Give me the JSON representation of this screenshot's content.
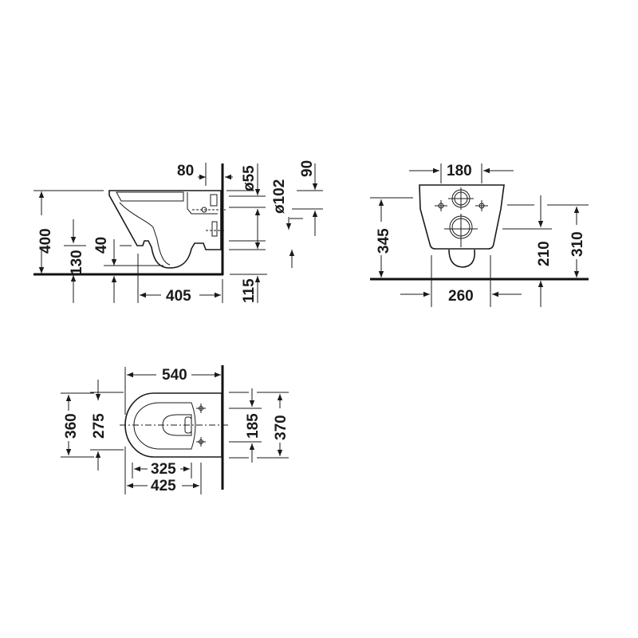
{
  "drawing": {
    "title": "Wall-hung toilet dimension drawing",
    "units": "mm",
    "side_view": {
      "dims": {
        "horizontal_offset": "80",
        "pipe_diameter_small": "ø55",
        "pipe_diameter_large": "ø102",
        "top_offset": "90",
        "height": "400",
        "lower_height": "130",
        "drop": "40",
        "depth": "405",
        "outlet_height": "115"
      }
    },
    "front_view": {
      "dims": {
        "fixing_spacing": "180",
        "height_left": "345",
        "height_mid": "210",
        "height_right": "310",
        "width": "260"
      }
    },
    "top_view": {
      "dims": {
        "length": "540",
        "width_outer": "360",
        "width_seat": "275",
        "seat_length": "325",
        "mid_length": "425",
        "fixing_spacing": "185",
        "width_right": "370"
      }
    }
  }
}
